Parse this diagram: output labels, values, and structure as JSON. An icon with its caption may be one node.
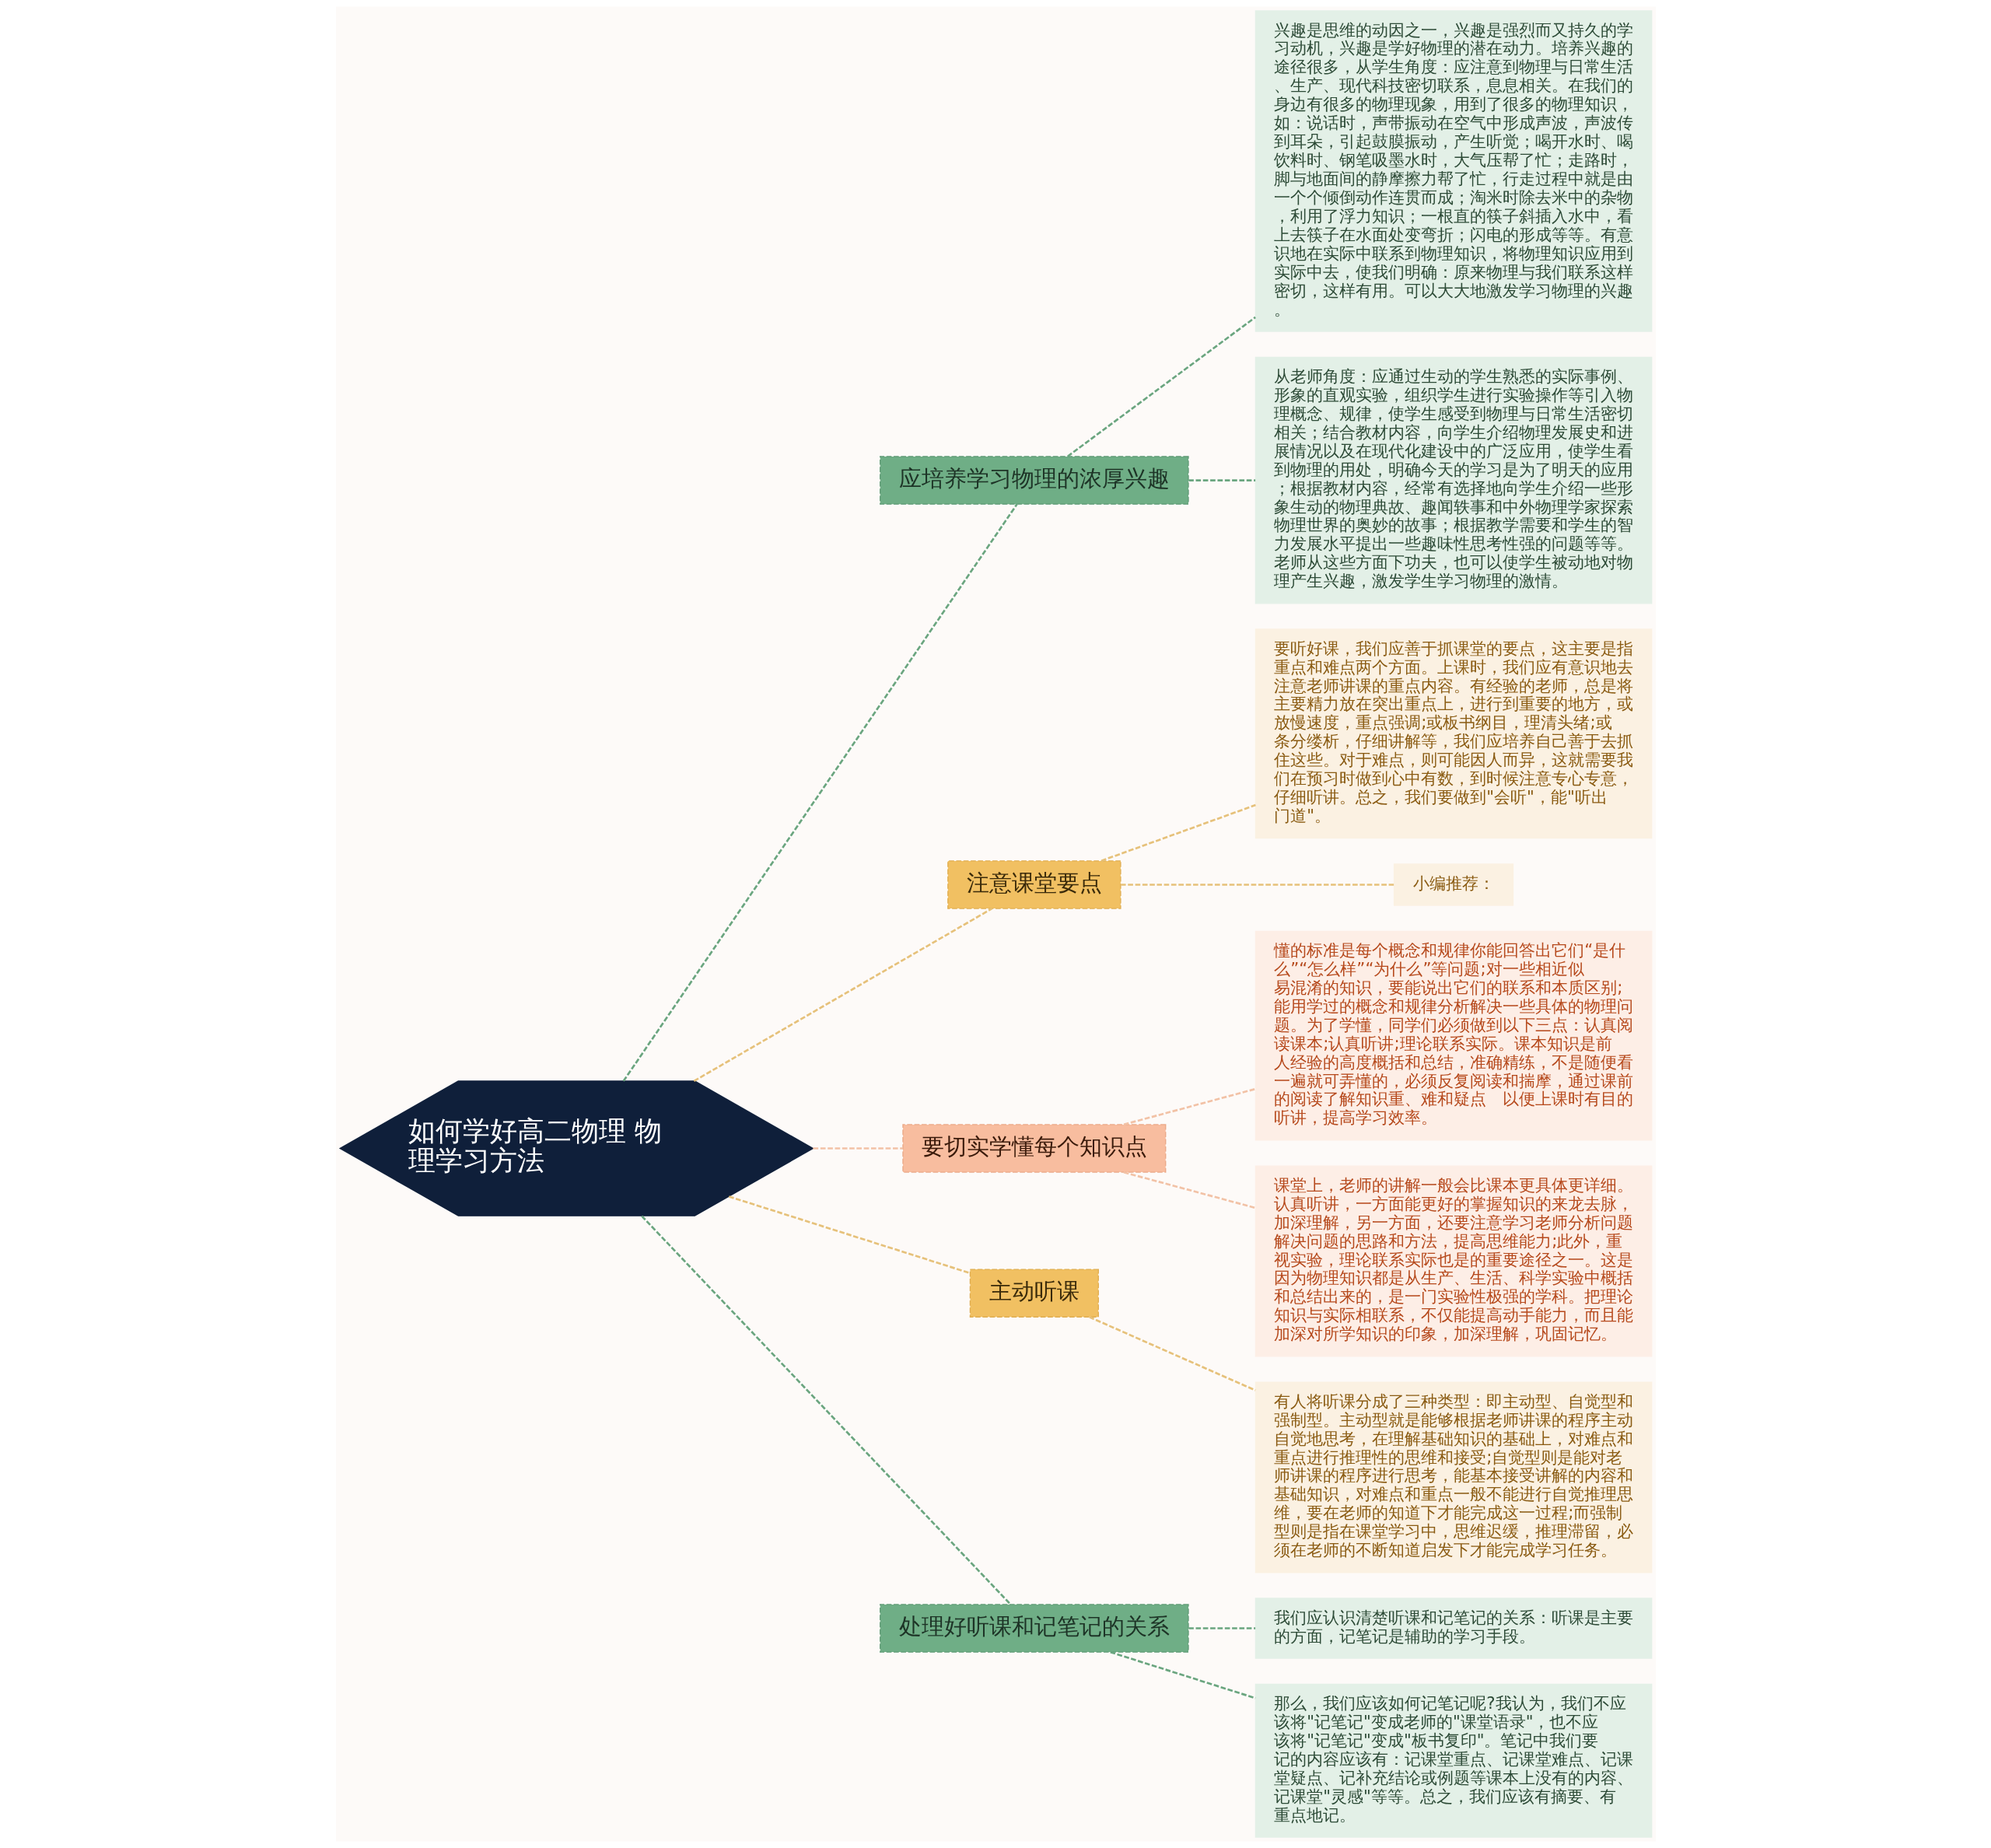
{
  "diagram": {
    "nodes": [
      {
        "text": [
          "如何学好高二物理 物理学习方法"
        ]
      },
      {
        "text": [
          "应培养学习物理的浓厚兴趣"
        ]
      },
      {
        "text": [
          "兴趣是思维的动因之一，兴趣是强烈而又持久的学习动机，兴趣是学好物理的潜在动力。培养兴趣的途径很多，从学生角度：应注意到物理与日常生活、生产、现代科技密切联系，息息相关。在我们的身边有很多的物理现象，用到了很多的物理知识，如：说话时，声带振动在空气中形成声波，声波传到耳朵，引起鼓膜振动，产生听觉；喝开水时、喝饮料时、钢笔吸墨水时，大气压帮了忙；走路时，脚与地面间的静摩擦力帮了忙，行走过程中就是由一个个倾倒动作连贯而成；淘米时除去米中的杂物，利用了浮力知识；一根直的筷子斜插入水中，看上去筷子在水面处变弯折；闪电的形成等等。有意识地在实际中联系到物理知识，将物理知识应用到实际中去，使我们明确：原来物理与我们联系这样密切，这样有用。可以大大地激发学习物理的兴趣。"
        ]
      },
      {
        "text": [
          "从老师角度：应通过生动的学生熟悉的实际事例、形象的直观实验，组织学生进行实验操作等引入物理概念、规律，使学生感受到物理与日常生活密切相关；结合教材内容，向学生介绍物理发展史和进展情况以及在现代化建设中的广泛应用，使学生看到物理的用处，明确今天的学习是为了明天的应用；根据教材内容，经常有选择地向学生介绍一些形象生动的物理典故、趣闻轶事和中外物理学家探索物理世界的奥妙的故事；根据教学需要和学生的智力发展水平提出一些趣味性思考性强的问题等等。老师从这些方面下功夫，也可以使学生被动地对物理产生兴趣，激发学生学习物理的激情。"
        ]
      },
      {
        "text": [
          "注意课堂要点"
        ]
      },
      {
        "text": [
          "要听好课，我们应善于抓课堂的要点，这主要是指重点和难点两个方面。上课时，我们应有意识地去注意老师讲课的重点内容。有经验的老师，总是将主要精力放在突出重点上，进行到重要的地方，或放慢速度，重点强调;或板书纲目，理清头绪;或条分缕析，仔细讲解等，我们应培养自己善于去抓住这些。对于难点，则可能因人而异，这就需要我们在预习时做到心中有数，到时候注意专心专意，仔细听讲。总之，我们要做到\"会听\"，能\"听出门道\"。"
        ]
      },
      {
        "text": [
          "小编推荐："
        ]
      },
      {
        "text": [
          "要切实学懂每个知识点"
        ]
      },
      {
        "text": [
          "懂的标准是每个概念和规律你能回答出它们“是什么”“怎么样”“为什么”等问题;对一些相近似易混淆的知识，要能说出它们的联系和本质区别;能用学过的概念和规律分析解决一些具体的物理问题。为了学懂，同学们必须做到以下三点：认真阅读课本;认真听讲;理论联系实际。课本知识是前人经验的高度概括和总结，准确精练，不是随便看一遍就可弄懂的，必须反复阅读和揣摩，通过课前的阅读了解知识重、难和疑点　以便上课时有目的听讲，提高学习效率。"
        ]
      },
      {
        "text": [
          "课堂上，老师的讲解一般会比课本更具体更详细。认真听讲，一方面能更好的掌握知识的来龙去脉，加深理解，另一方面，还要注意学习老师分析问题解决问题的思路和方法，提高思维能力;此外，重视实验，理论联系实际也是的重要途径之一。这是因为物理知识都是从生产、生活、科学实验中概括和总结出来的，是一门实验性极强的学科。把理论知识与实际相联系，不仅能提高动手能力，而且能加深对所学知识的印象，加深理解，巩固记忆。"
        ]
      },
      {
        "text": [
          "主动听课"
        ]
      },
      {
        "text": [
          "有人将听课分成了三种类型：即主动型、自觉型和强制型。主动型就是能够根据老师讲课的程序主动自觉地思考，在理解基础知识的基础上，对难点和重点进行推理性的思维和接受;自觉型则是能对老师讲课的程序进行思考，能基本接受讲解的内容和基础知识，对难点和重点一般不能进行自觉推理思维，要在老师的知道下才能完成这一过程;而强制型则是指在课堂学习中，思维迟缓，推理滞留，必须在老师的不断知道启发下才能完成学习任务。"
        ]
      },
      {
        "text": [
          "处理好听课和记笔记的关系"
        ]
      },
      {
        "text": [
          "我们应认识清楚听课和记笔记的关系：听课是主要的方面，记笔记是辅助的学习手段。"
        ]
      },
      {
        "text": [
          "那么，我们应该如何记笔记呢?我认为，我们不应该将\"记笔记\"变成老师的\"课堂语录\"，也不应该将\"记笔记\"变成\"板书复印\"。笔记中我们要记的内容应该有：记课堂重点、记课堂难点、记课堂疑点、记补充结论或例题等课本上没有的内容、记课堂\"灵感\"等等。总之，我们应该有摘要、有重点地记。"
        ]
      }
    ],
    "edges": [
      {
        "from": 0,
        "to": 1,
        "arrow": "none",
        "style": "dashed"
      },
      {
        "from": 1,
        "to": 2,
        "arrow": "none",
        "style": "dashed"
      },
      {
        "from": 1,
        "to": 3,
        "arrow": "none",
        "style": "dashed"
      },
      {
        "from": 0,
        "to": 4,
        "arrow": "none",
        "style": "dashed",
        "color": "#e6c17a"
      },
      {
        "from": 4,
        "to": 5,
        "arrow": "none",
        "style": "dashed",
        "color": "#e6c17a"
      },
      {
        "from": 4,
        "to": 6,
        "arrow": "none",
        "style": "dashed",
        "color": "#e6c17a"
      },
      {
        "from": 0,
        "to": 7,
        "arrow": "none",
        "style": "dashed",
        "color": "#f2c2a6"
      },
      {
        "from": 7,
        "to": 8,
        "arrow": "none",
        "style": "dashed",
        "color": "#f2c2a6"
      },
      {
        "from": 7,
        "to": 9,
        "arrow": "none",
        "style": "dashed",
        "color": "#f2c2a6"
      },
      {
        "from": 0,
        "to": 10,
        "arrow": "none",
        "style": "dashed",
        "color": "#e6c17a"
      },
      {
        "from": 10,
        "to": 11,
        "arrow": "none",
        "style": "dashed",
        "color": "#e6c17a"
      },
      {
        "from": 0,
        "to": 12,
        "arrow": "none",
        "style": "dashed"
      },
      {
        "from": 12,
        "to": 13,
        "arrow": "none",
        "style": "dashed"
      },
      {
        "from": 12,
        "to": 14,
        "arrow": "none",
        "style": "dashed"
      }
    ]
  }
}
